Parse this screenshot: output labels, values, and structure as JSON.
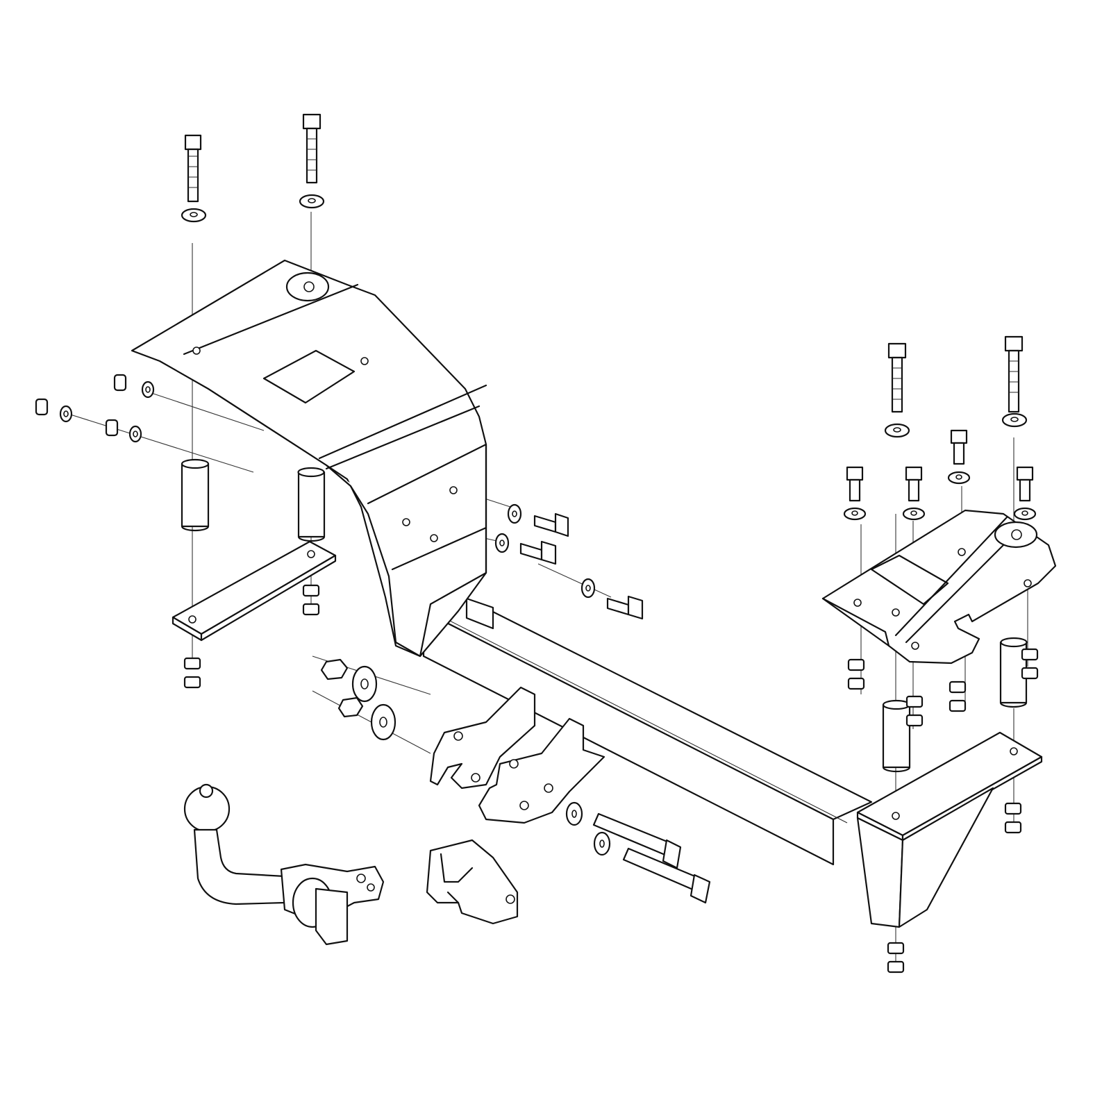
{
  "diagram": {
    "kind": "exploded-assembly-drawing",
    "subject": "tow-bar-kit",
    "line_color": "#111111",
    "background": "#ffffff",
    "parts": [
      {
        "name": "left-mounting-plate"
      },
      {
        "name": "left-strap-plate"
      },
      {
        "name": "cross-beam"
      },
      {
        "name": "right-mounting-plate"
      },
      {
        "name": "right-bracket"
      },
      {
        "name": "ball-carrier-flange"
      },
      {
        "name": "tow-ball-neck"
      },
      {
        "name": "socket-holder-bracket"
      },
      {
        "name": "spacer-tubes"
      },
      {
        "name": "bolts"
      },
      {
        "name": "washers"
      },
      {
        "name": "nuts"
      }
    ]
  }
}
